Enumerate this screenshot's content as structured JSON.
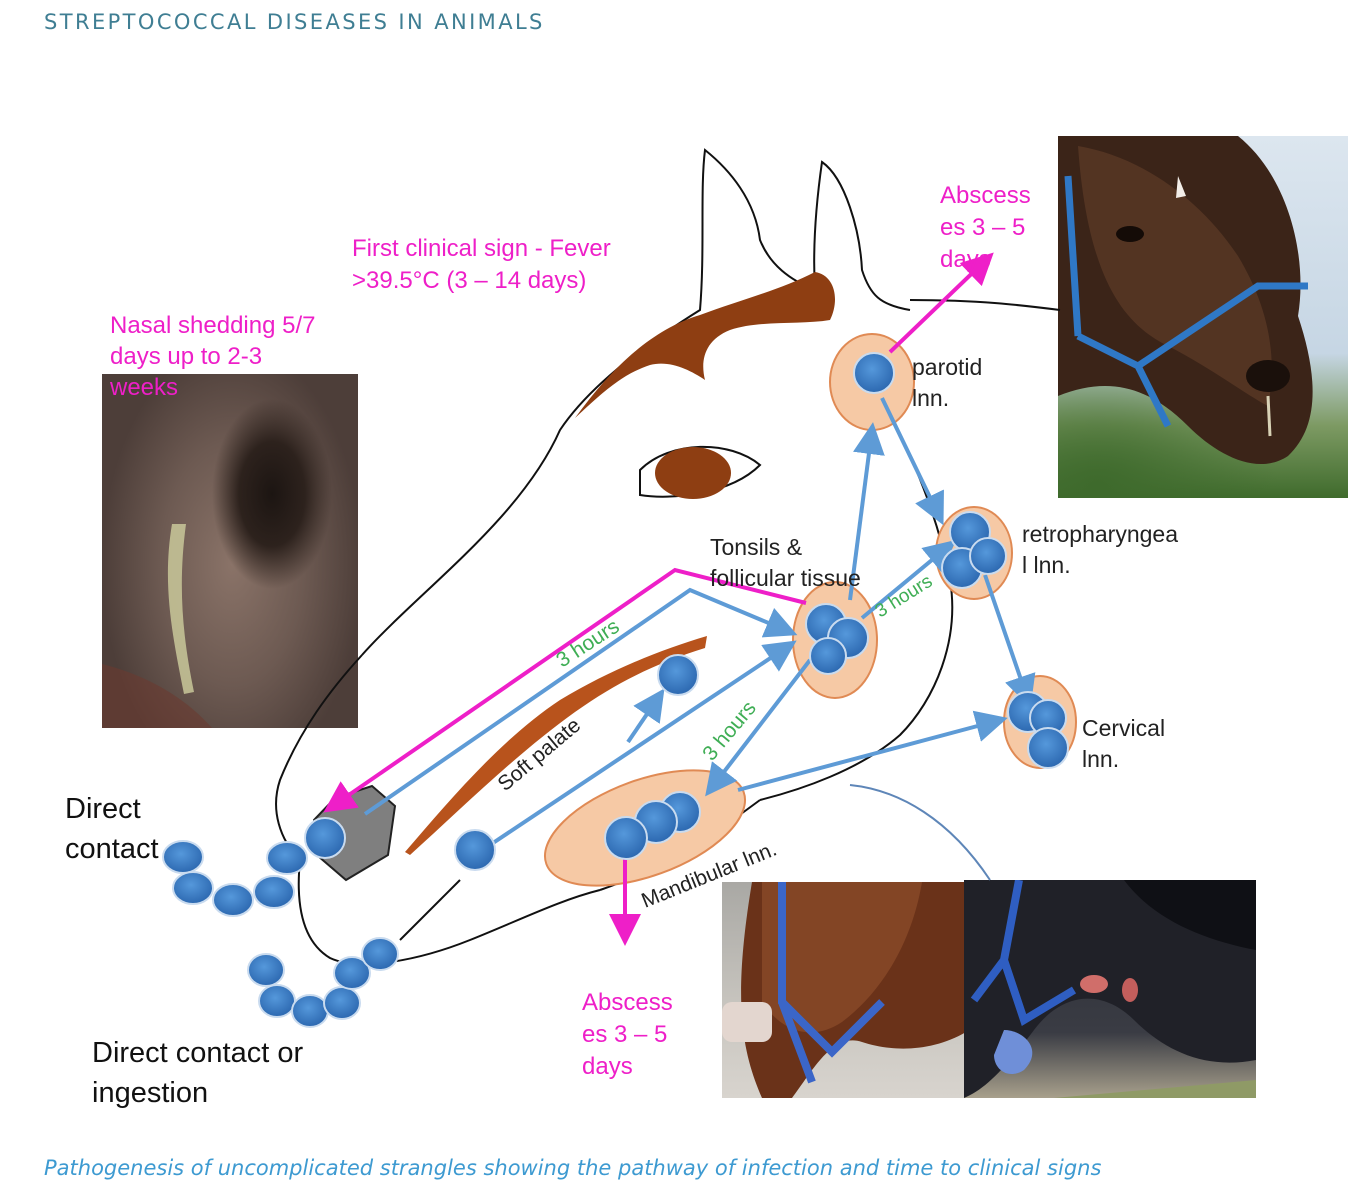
{
  "header": {
    "title": "STREPTOCOCCAL DISEASES IN ANIMALS"
  },
  "caption": "Pathogenesis of uncomplicated strangles showing the pathway of infection and time to clinical signs",
  "labels": {
    "nasal_shedding": [
      "Nasal shedding 5/7",
      "days up to 2-3",
      "weeks"
    ],
    "fever": [
      "First clinical sign -  Fever",
      ">39.5°C (3 – 14 days)"
    ],
    "abscess_top": [
      "Abscess",
      "es 3 – 5",
      "days"
    ],
    "abscess_bottom": [
      "Abscess",
      "es 3 – 5",
      "days"
    ],
    "parotid": [
      "parotid",
      "lnn."
    ],
    "tonsils": [
      "Tonsils &",
      "follicular tissue"
    ],
    "retropharyngeal": [
      "retropharyngea",
      "l lnn."
    ],
    "cervical": [
      "Cervical",
      "lnn."
    ],
    "mandibular": "Mandibular lnn.",
    "soft_palate": "Soft palate",
    "direct_contact": [
      "Direct",
      "contact"
    ],
    "direct_contact_ingestion": [
      "Direct contact or",
      "ingestion"
    ],
    "three_hours": "3 hours"
  },
  "colors": {
    "magenta": "#ee1fc8",
    "blue_arrow": "#5e9bd6",
    "green": "#3fae55",
    "cocci_fill": "#3c7fc7",
    "node_fill": "#f6c9a5",
    "mane_brown": "#8e3e12",
    "title_teal": "#3f7e93",
    "caption_blue": "#3d9ad1"
  },
  "photos": [
    {
      "name": "nostril-discharge-photo"
    },
    {
      "name": "horse-head-photo"
    },
    {
      "name": "swollen-jaw-photo"
    },
    {
      "name": "draining-abscess-photo"
    }
  ]
}
